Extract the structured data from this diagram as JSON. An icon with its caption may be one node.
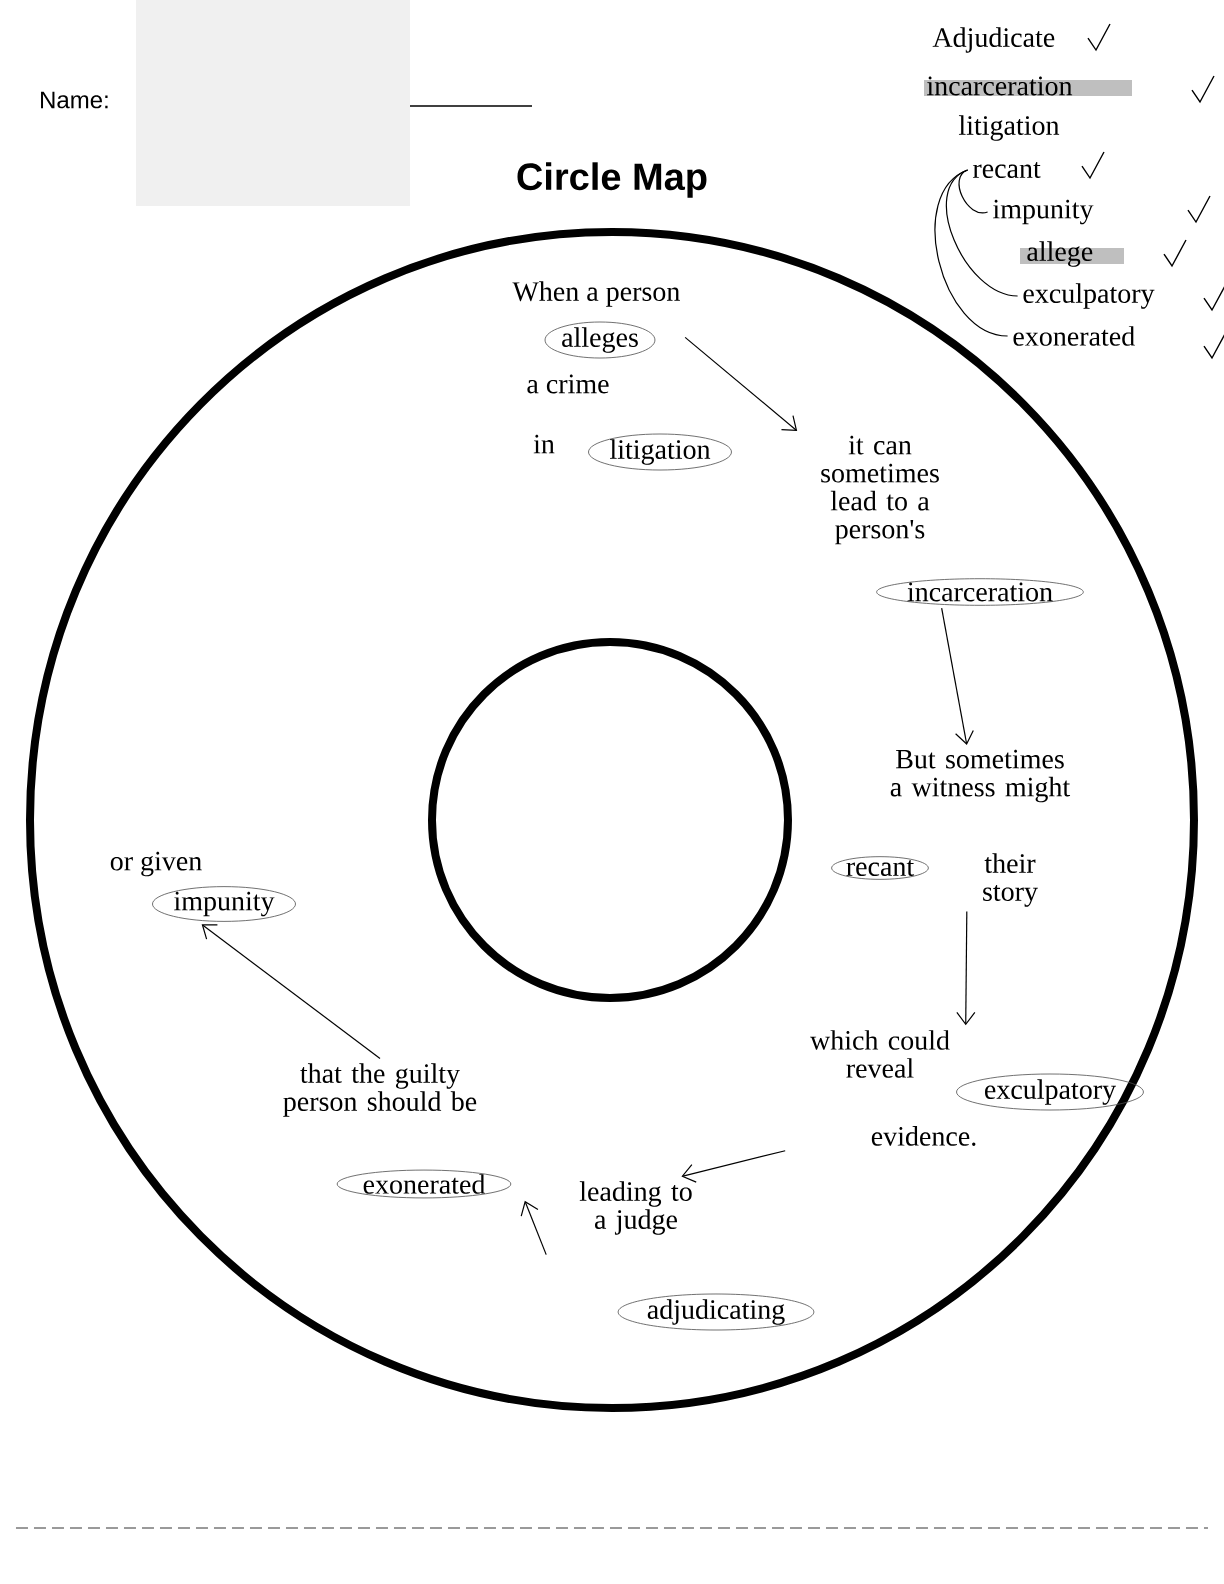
{
  "diagram": {
    "title": "Circle Map",
    "nodes": [
      {
        "text": [
          "When a person",
          "alleges",
          "a crime"
        ]
      },
      {
        "text": [
          "in",
          "litigation"
        ]
      },
      {
        "text": [
          "it can sometimes lead to a person's",
          "incarceration"
        ]
      },
      {
        "text": [
          "But sometimes a witness might",
          "recant",
          "their story"
        ]
      },
      {
        "text": [
          "which could reveal",
          "exculpatory",
          "evidence."
        ]
      },
      {
        "text": [
          "leading to a judge",
          "adjudicating"
        ]
      },
      {
        "text": [
          "that the guilty person should be",
          "exonerated"
        ]
      },
      {
        "text": [
          "or given",
          "impunity"
        ]
      },
      {
        "text": [
          "Adjudicate"
        ]
      },
      {
        "text": [
          "incarceration"
        ]
      },
      {
        "text": [
          "litigation"
        ]
      },
      {
        "text": [
          "recant"
        ]
      },
      {
        "text": [
          "impunity"
        ]
      },
      {
        "text": [
          "allege"
        ]
      },
      {
        "text": [
          "exculpatory"
        ]
      },
      {
        "text": [
          "exonerated"
        ]
      }
    ],
    "edges": [
      {
        "from": 0,
        "to": 2,
        "arrow": "to"
      },
      {
        "from": 2,
        "to": 3,
        "arrow": "to"
      },
      {
        "from": 3,
        "to": 4,
        "arrow": "to"
      },
      {
        "from": 4,
        "to": 5,
        "arrow": "to"
      },
      {
        "from": 5,
        "to": 6,
        "arrow": "to"
      },
      {
        "from": 6,
        "to": 7,
        "arrow": "to"
      },
      {
        "from": 11,
        "to": 12,
        "arrow": "none"
      },
      {
        "from": 11,
        "to": 14,
        "arrow": "none"
      },
      {
        "from": 11,
        "to": 15,
        "arrow": "none"
      }
    ],
    "labels": [
      "Name:"
    ]
  }
}
